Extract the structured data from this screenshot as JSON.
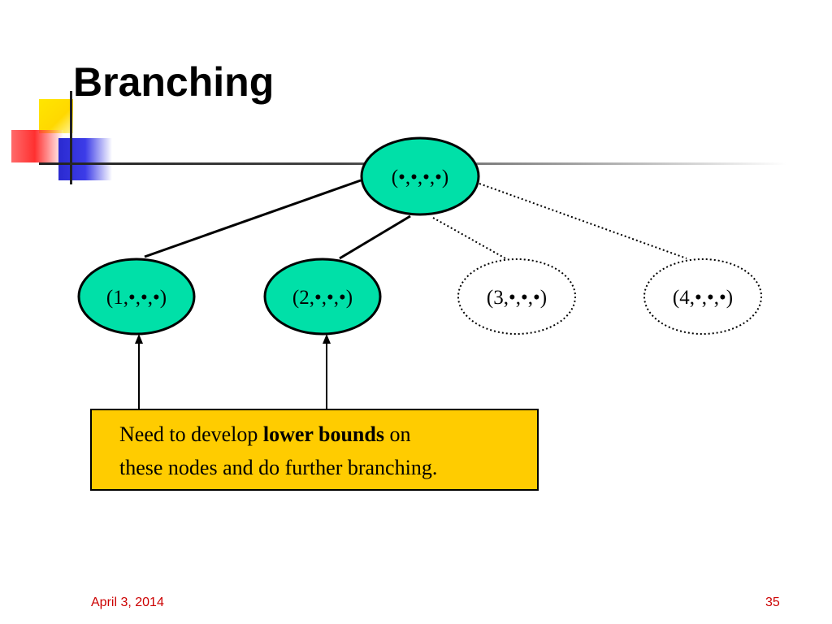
{
  "slide": {
    "title": "Branching",
    "footer_date": "April 3, 2014",
    "page_number": "35"
  },
  "tree": {
    "root": {
      "label": "(•,•,•,•)",
      "style": "solid"
    },
    "children": [
      {
        "label": "(1,•,•,•)",
        "style": "solid"
      },
      {
        "label": "(2,•,•,•)",
        "style": "solid"
      },
      {
        "label": "(3,•,•,•)",
        "style": "dotted"
      },
      {
        "label": "(4,•,•,•)",
        "style": "dotted"
      }
    ]
  },
  "note": {
    "text_before": "Need to develop ",
    "text_bold": "lower bounds",
    "text_after_line1": " on",
    "line2": "these nodes and do further branching."
  },
  "colors": {
    "node_fill": "#00e0a8",
    "note_fill": "#ffcc00",
    "footer_text": "#cc0000"
  }
}
